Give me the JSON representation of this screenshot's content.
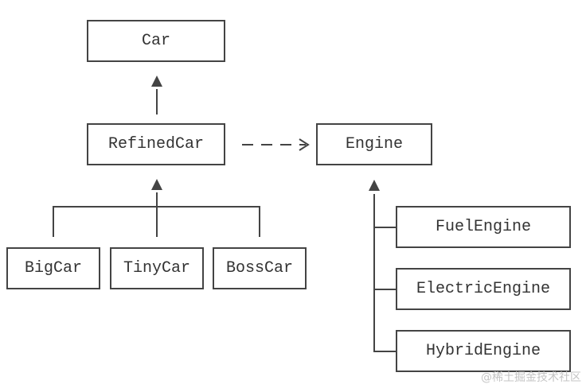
{
  "diagram": {
    "nodes": {
      "car": "Car",
      "refined_car": "RefinedCar",
      "engine": "Engine",
      "big_car": "BigCar",
      "tiny_car": "TinyCar",
      "boss_car": "BossCar",
      "fuel_engine": "FuelEngine",
      "electric_engine": "ElectricEngine",
      "hybrid_engine": "HybridEngine"
    },
    "relations": [
      {
        "from": "RefinedCar",
        "to": "Car",
        "type": "inheritance"
      },
      {
        "from": "BigCar",
        "to": "RefinedCar",
        "type": "inheritance"
      },
      {
        "from": "TinyCar",
        "to": "RefinedCar",
        "type": "inheritance"
      },
      {
        "from": "BossCar",
        "to": "RefinedCar",
        "type": "inheritance"
      },
      {
        "from": "RefinedCar",
        "to": "Engine",
        "type": "dependency"
      },
      {
        "from": "FuelEngine",
        "to": "Engine",
        "type": "inheritance"
      },
      {
        "from": "ElectricEngine",
        "to": "Engine",
        "type": "inheritance"
      },
      {
        "from": "HybridEngine",
        "to": "Engine",
        "type": "inheritance"
      }
    ]
  },
  "watermark": "@稀土掘金技术社区",
  "colors": {
    "line": "#444444",
    "text": "#333333",
    "watermark": "#c4c4c4"
  }
}
